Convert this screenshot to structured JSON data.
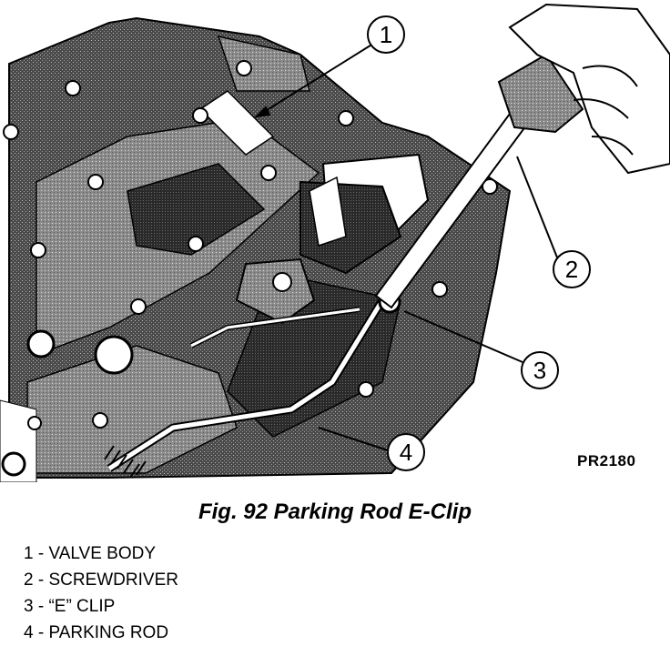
{
  "figure": {
    "code": "PR2180",
    "caption": "Fig. 92 Parking Rod E-Clip"
  },
  "callouts": [
    {
      "number": "1"
    },
    {
      "number": "2"
    },
    {
      "number": "3"
    },
    {
      "number": "4"
    }
  ],
  "legend": [
    {
      "text": "1 - VALVE BODY"
    },
    {
      "text": "2 - SCREWDRIVER"
    },
    {
      "text": "3 - “E” CLIP"
    },
    {
      "text": "4 - PARKING ROD"
    }
  ]
}
